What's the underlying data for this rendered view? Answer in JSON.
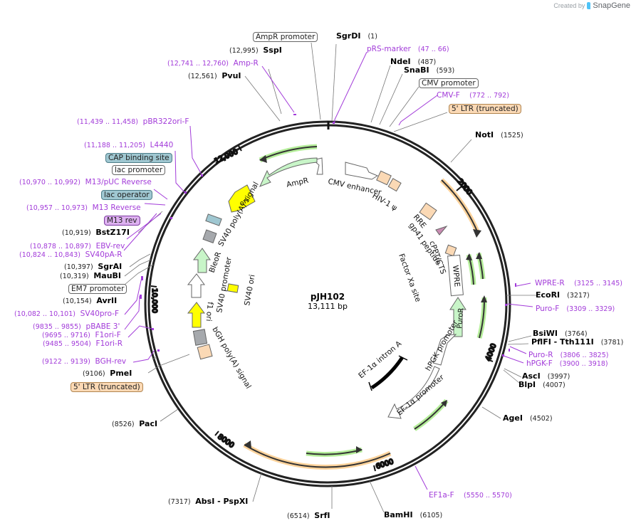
{
  "credit": {
    "prefix": "Created by",
    "brand": "SnapGene"
  },
  "plasmid": {
    "name": "pJH102",
    "length": "13,111 bp"
  },
  "colors": {
    "primer": "#a23bd9",
    "site": "#000000",
    "backbone": "#222222",
    "green_feature": "#c8f5c8",
    "yellow_feature": "#ffff00",
    "orange_feature": "#fbd9b5",
    "gray_feature": "#a6a9ad"
  },
  "ticks": [
    {
      "label": "2000"
    },
    {
      "label": "4000"
    },
    {
      "label": "6000"
    },
    {
      "label": "8000"
    },
    {
      "label": "10,000"
    },
    {
      "label": "12,000"
    }
  ],
  "right_labels": [
    {
      "kind": "site",
      "name": "SgrDI",
      "pos": "(1)"
    },
    {
      "kind": "primer",
      "name": "pRS-marker",
      "pos": "(47 .. 66)"
    },
    {
      "kind": "site",
      "name": "NdeI",
      "pos": "(487)"
    },
    {
      "kind": "site",
      "name": "SnaBI",
      "pos": "(593)"
    },
    {
      "kind": "feature",
      "name": "CMV promoter"
    },
    {
      "kind": "primer",
      "name": "CMV-F",
      "pos": "(772 .. 792)"
    },
    {
      "kind": "feature",
      "name": "5' LTR (truncated)"
    },
    {
      "kind": "site",
      "name": "NotI",
      "pos": "(1525)"
    },
    {
      "kind": "primer",
      "name": "WPRE-R",
      "pos": "(3125 .. 3145)"
    },
    {
      "kind": "site",
      "name": "EcoRI",
      "pos": "(3217)"
    },
    {
      "kind": "primer",
      "name": "Puro-F",
      "pos": "(3309 .. 3329)"
    },
    {
      "kind": "site",
      "name": "BsiWI",
      "pos": "(3764)"
    },
    {
      "kind": "site",
      "name": "PflFI - Tth111I",
      "pos": "(3781)"
    },
    {
      "kind": "primer",
      "name": "Puro-R",
      "pos": "(3806 .. 3825)"
    },
    {
      "kind": "primer",
      "name": "hPGK-F",
      "pos": "(3900 .. 3918)"
    },
    {
      "kind": "site",
      "name": "AscI",
      "pos": "(3997)"
    },
    {
      "kind": "site",
      "name": "BlpI",
      "pos": "(4007)"
    },
    {
      "kind": "site",
      "name": "AgeI",
      "pos": "(4502)"
    },
    {
      "kind": "primer",
      "name": "EF1a-F",
      "pos": "(5550 .. 5570)"
    },
    {
      "kind": "site",
      "name": "BamHI",
      "pos": "(6105)"
    }
  ],
  "left_labels": [
    {
      "kind": "feature",
      "name": "AmpR promoter"
    },
    {
      "kind": "site",
      "name": "SspI",
      "pos": "(12,995)"
    },
    {
      "kind": "primer",
      "name": "Amp-R",
      "pos": "(12,741 .. 12,760)"
    },
    {
      "kind": "site",
      "name": "PvuI",
      "pos": "(12,561)"
    },
    {
      "kind": "primer",
      "name": "pBR322ori-F",
      "pos": "(11,439 .. 11,458)"
    },
    {
      "kind": "primer",
      "name": "L4440",
      "pos": "(11,188 .. 11,205)"
    },
    {
      "kind": "feature",
      "name": "CAP binding site"
    },
    {
      "kind": "feature",
      "name": "lac promoter"
    },
    {
      "kind": "primer",
      "name": "M13/pUC Reverse",
      "pos": "(10,970 .. 10,992)"
    },
    {
      "kind": "feature",
      "name": "lac operator"
    },
    {
      "kind": "primer",
      "name": "M13 Reverse",
      "pos": "(10,957 .. 10,973)"
    },
    {
      "kind": "feature",
      "name": "M13 rev"
    },
    {
      "kind": "site",
      "name": "BstZ17I",
      "pos": "(10,919)"
    },
    {
      "kind": "primer",
      "name": "EBV-rev",
      "pos": "(10,878 .. 10,897)"
    },
    {
      "kind": "primer",
      "name": "SV40pA-R",
      "pos": "(10,824 .. 10,843)"
    },
    {
      "kind": "site",
      "name": "SgrAI",
      "pos": "(10,397)"
    },
    {
      "kind": "site",
      "name": "MauBI",
      "pos": "(10,319)"
    },
    {
      "kind": "feature",
      "name": "EM7 promoter"
    },
    {
      "kind": "site",
      "name": "AvrII",
      "pos": "(10,154)"
    },
    {
      "kind": "primer",
      "name": "SV40pro-F",
      "pos": "(10,082 .. 10,101)"
    },
    {
      "kind": "primer",
      "name": "pBABE 3'",
      "pos": "(9835 .. 9855)"
    },
    {
      "kind": "primer",
      "name": "F1ori-F",
      "pos": "(9695 .. 9716)"
    },
    {
      "kind": "primer",
      "name": "F1ori-R",
      "pos": "(9485 .. 9504)"
    },
    {
      "kind": "primer",
      "name": "BGH-rev",
      "pos": "(9122 .. 9139)"
    },
    {
      "kind": "site",
      "name": "PmeI",
      "pos": "(9106)"
    },
    {
      "kind": "feature",
      "name": "5' LTR (truncated)"
    },
    {
      "kind": "site",
      "name": "PacI",
      "pos": "(8526)"
    },
    {
      "kind": "site",
      "name": "AbsI - PspXI",
      "pos": "(7317)"
    },
    {
      "kind": "site",
      "name": "SrfI",
      "pos": "(6514)"
    }
  ],
  "inner_features": {
    "ampr": "AmpR",
    "ori": "ori",
    "cmv_enhancer": "CMV enhancer",
    "hiv_psi": "HIV-1 ψ",
    "rre": "RRE",
    "gp41": "gp41 peptide",
    "cppt": "cPPT/CTS",
    "factor_xa": "Factor Xa site",
    "wpre": "WPRE",
    "puror": "PuroR",
    "hpgk": "hPGK promoter",
    "ef1a_promoter": "EF-1α promoter",
    "ef1a_intron": "EF-1α intron A",
    "sv40_polya": "SV40 poly(A) signal",
    "bleor": "BleoR",
    "sv40_promoter": "SV40 promoter",
    "sv40_ori": "SV40 ori",
    "f1_ori": "f1 ori",
    "bgh_polya": "bGH poly(A) signal"
  }
}
